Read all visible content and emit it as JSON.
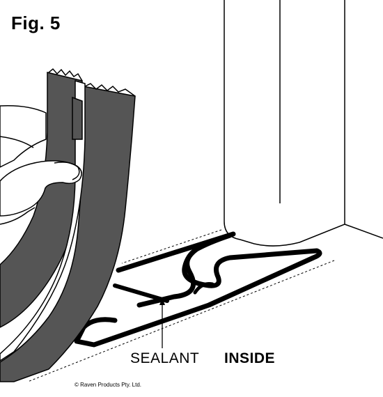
{
  "figure": {
    "title": "Fig. 5",
    "labels": {
      "sealant": "SEALANT",
      "inside": "INSIDE"
    },
    "copyright": "© Raven Products Pty. Ltd."
  },
  "colors": {
    "seal_fill": "#555555",
    "outline": "#000000",
    "background": "#ffffff"
  }
}
